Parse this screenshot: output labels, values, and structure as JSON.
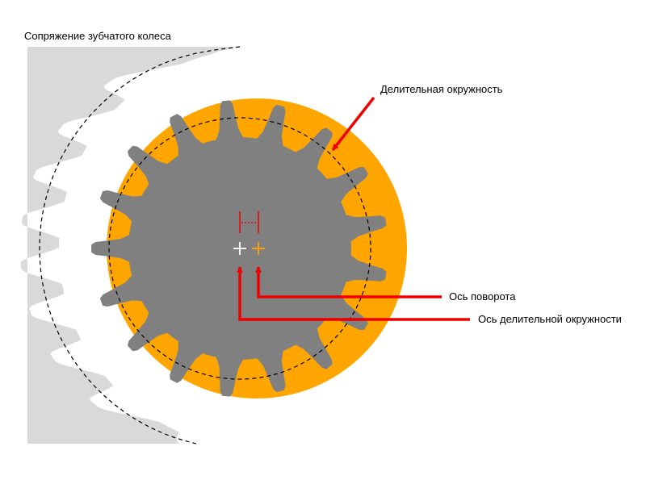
{
  "title": "Сопряжение зубчатого колеса",
  "labels": {
    "pitch_circle": "Делительная окружность",
    "rotation_axis": "Ось поворота",
    "pitch_circle_axis": "Ось делительной окружности"
  },
  "gear": {
    "teeth": 17
  },
  "colors": {
    "gear": "#808080",
    "orange_disc": "#FFA500",
    "rack": "#D9D9D9",
    "arrow": "#EE0000",
    "white_axis_marker": "#FFFFFF",
    "orange_axis_marker": "#FFA500",
    "pitch_line": "#000000"
  }
}
